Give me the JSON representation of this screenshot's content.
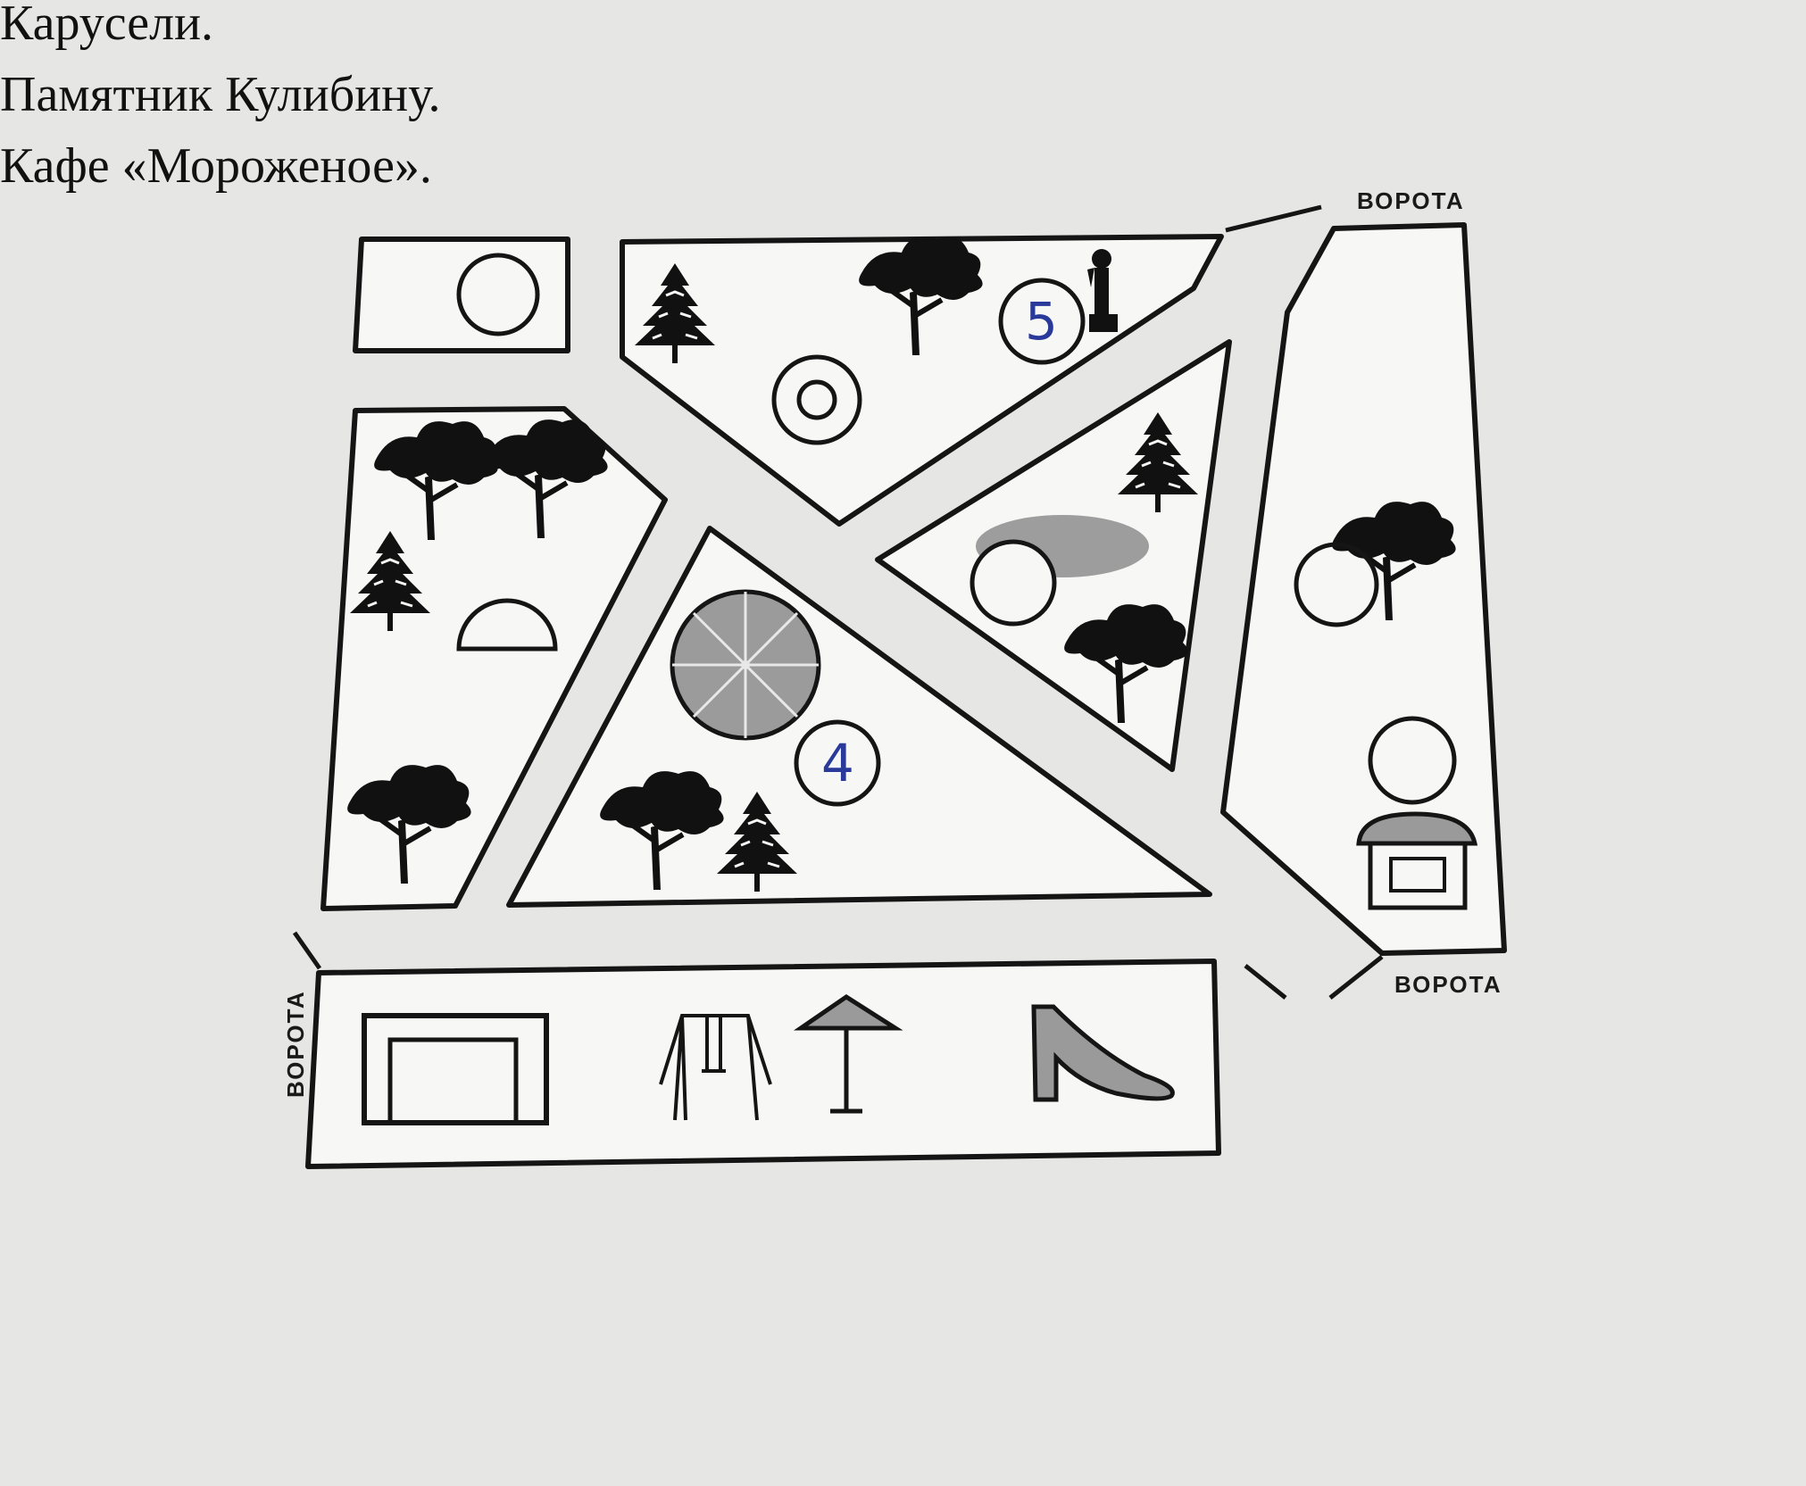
{
  "legend": [
    "Карусели.",
    "Памятник Кулибину.",
    "Кафе «Мороженое»."
  ],
  "map": {
    "gates": {
      "top_right": "ВОРОТА",
      "bottom_right": "ВОРОТА",
      "left": "ВОРОТА"
    },
    "handwritten_labels": {
      "near_monument": "5",
      "near_carousel": "4"
    },
    "icons": [
      "circle-icon",
      "bullseye-icon",
      "monument-icon",
      "spruce-icon",
      "tree-icon",
      "carousel-icon",
      "half-circle-icon",
      "pond-icon",
      "kiosk-icon",
      "football-goal-icon",
      "swing-icon",
      "umbrella-icon",
      "slide-icon"
    ]
  }
}
